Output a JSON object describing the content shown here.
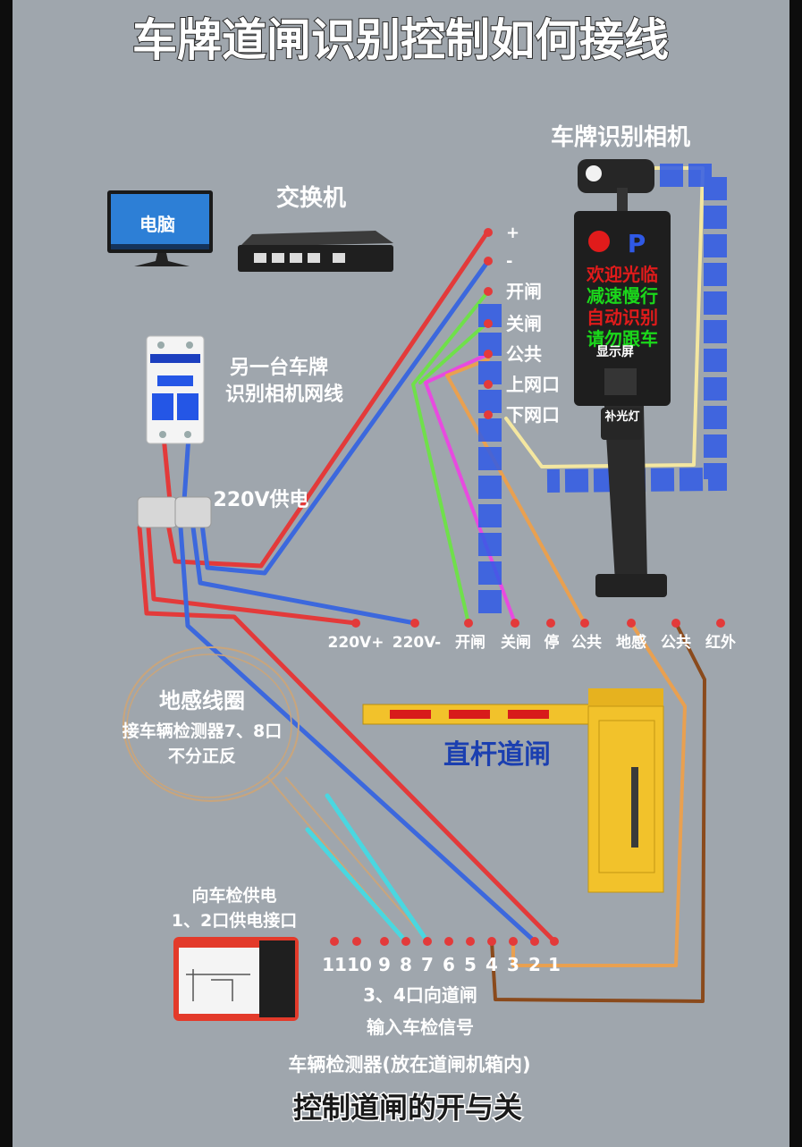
{
  "title": "车牌道闸识别控制如何接线",
  "caption": "控制道闸的开与关",
  "colors": {
    "background": "#9fa6ad",
    "title_text": "#ffffff",
    "label_text": "#ffffff",
    "blue_label": "#1b3fb0",
    "red_wire": "#e33a3a",
    "blue_wire": "#3c68dd",
    "green_wire": "#6fe04a",
    "magenta_wire": "#e84ae0",
    "orange_wire": "#e9a050",
    "brown_wire": "#8a4a1c",
    "cyan_wire": "#4ad7e0",
    "yellow_wire": "#f4e7a0",
    "screen_red": "#e11b1b",
    "screen_green": "#1bd81b",
    "barrier_yellow": "#f2c22b"
  },
  "labels": {
    "computer": "电脑",
    "switch": "交换机",
    "camera": "车牌识别相机",
    "other_camera_line1": "另一台车牌",
    "other_camera_line2": "识别相机网线",
    "power": "220V供电",
    "loop_title": "地感线圈",
    "loop_line1": "接车辆检测器7、8口",
    "loop_line2": "不分正反",
    "barrier": "直杆道闸",
    "detector_power_line1": "向车检供电",
    "detector_power_line2": "1、2口供电接口",
    "signal_line1": "3、4口向道闸",
    "signal_line2": "输入车检信号",
    "detector": "车辆检测器(放在道闸机箱内)",
    "display": "显示屏",
    "fill_light": "补光灯"
  },
  "camera_terminals": [
    "+",
    "-",
    "开闸",
    "关闸",
    "公共",
    "上网口",
    "下网口"
  ],
  "screen_rows": [
    "欢迎光临",
    "减速慢行",
    "自动识别",
    "请勿跟车"
  ],
  "screen_p": "P",
  "barrier_terminals": [
    "220V+",
    "220V-",
    "开闸",
    "关闸",
    "停",
    "公共",
    "地感",
    "公共",
    "红外"
  ],
  "detector_terminals": [
    "11",
    "10",
    "9",
    "8",
    "7",
    "6",
    "5",
    "4",
    "3",
    "2",
    "1"
  ]
}
